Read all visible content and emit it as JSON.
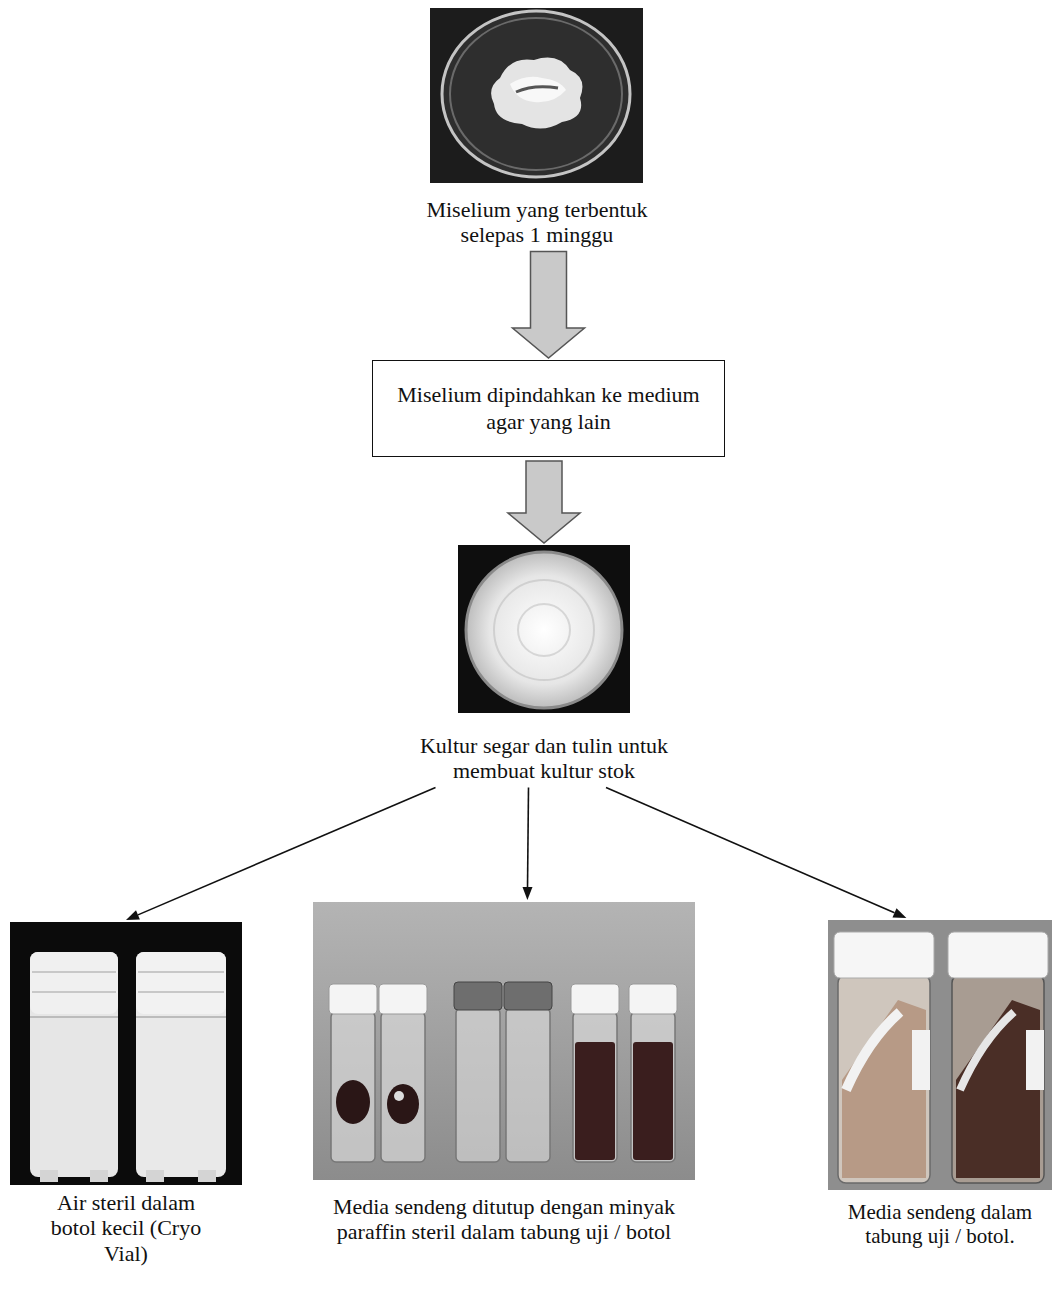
{
  "diagram": {
    "nodes": [
      {
        "text": [
          "Miselium yang terbentuk selepas 1 minggu"
        ]
      },
      {
        "text": [
          "Miselium dipindahkan ke medium agar yang lain"
        ]
      },
      {
        "text": [
          "Kultur segar dan tulin untuk membuat kultur stok"
        ]
      },
      {
        "text": [
          "Air steril dalam botol kecil (Cryo Vial)"
        ]
      },
      {
        "text": [
          "Media sendeng ditutup dengan minyak paraffin steril dalam tabung uji / botol"
        ]
      },
      {
        "text": [
          "Media sendeng dalam tabung uji / botol."
        ]
      }
    ],
    "edges": [
      {
        "from": 0,
        "to": 1,
        "arrow": "to"
      },
      {
        "from": 1,
        "to": 2,
        "arrow": "to"
      },
      {
        "from": 2,
        "to": 3,
        "arrow": "to"
      },
      {
        "from": 2,
        "to": 4,
        "arrow": "to"
      },
      {
        "from": 2,
        "to": 5,
        "arrow": "to"
      }
    ]
  }
}
